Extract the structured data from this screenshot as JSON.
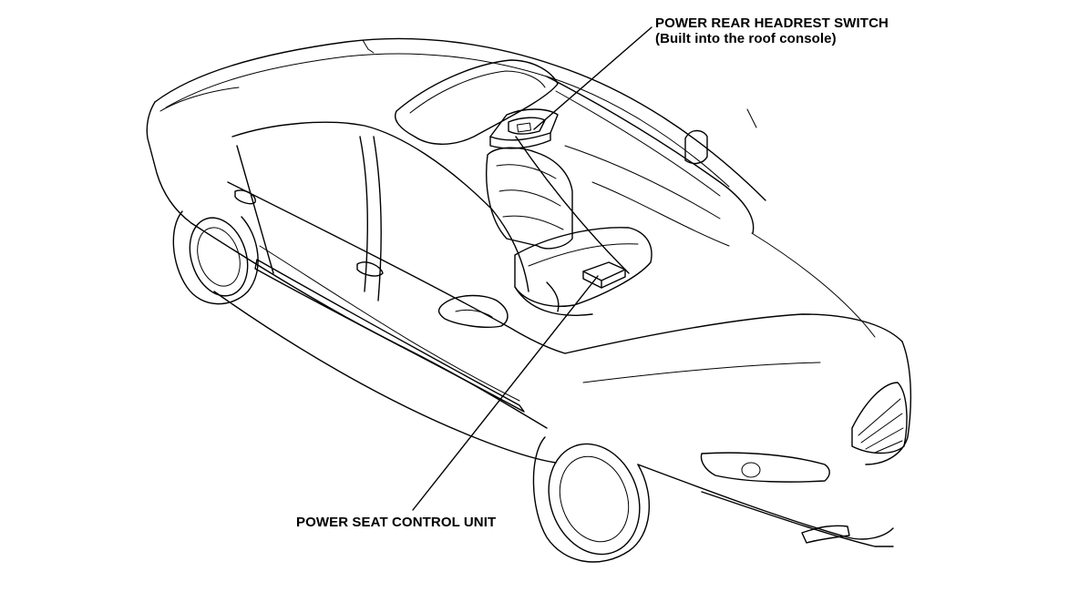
{
  "labels": {
    "headrest_switch_line1": "POWER REAR HEADREST SWITCH",
    "headrest_switch_line2": "(Built into the roof console)",
    "seat_control_unit": "POWER SEAT CONTROL UNIT"
  },
  "colors": {
    "ink": "#000000",
    "paper": "#ffffff"
  }
}
